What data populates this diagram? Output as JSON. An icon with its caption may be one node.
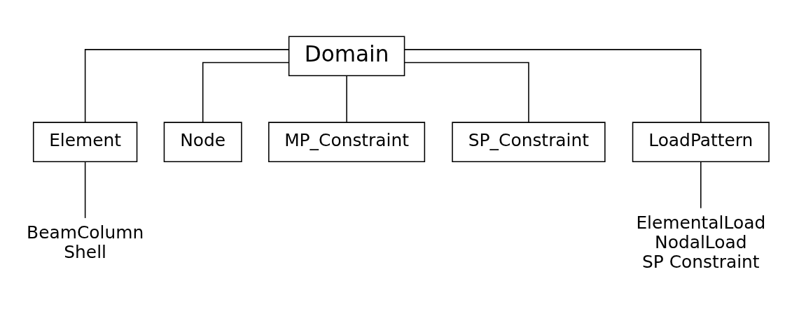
{
  "diagram": {
    "nodes": [
      {
        "text": [
          "Domain"
        ]
      },
      {
        "text": [
          "Element"
        ]
      },
      {
        "text": [
          "Node"
        ]
      },
      {
        "text": [
          "MP_Constraint"
        ]
      },
      {
        "text": [
          "SP_Constraint"
        ]
      },
      {
        "text": [
          "LoadPattern"
        ]
      },
      {
        "text": [
          "BeamColumn",
          "Shell"
        ]
      },
      {
        "text": [
          "ElementalLoad",
          "NodalLoad",
          "SP Constraint"
        ]
      }
    ],
    "edges": [
      {
        "from": 0,
        "to": 1,
        "arrow": "none"
      },
      {
        "from": 0,
        "to": 2,
        "arrow": "none"
      },
      {
        "from": 0,
        "to": 3,
        "arrow": "none"
      },
      {
        "from": 0,
        "to": 4,
        "arrow": "none"
      },
      {
        "from": 0,
        "to": 5,
        "arrow": "none"
      },
      {
        "from": 1,
        "to": 6,
        "arrow": "none"
      },
      {
        "from": 5,
        "to": 7,
        "arrow": "none"
      }
    ]
  }
}
